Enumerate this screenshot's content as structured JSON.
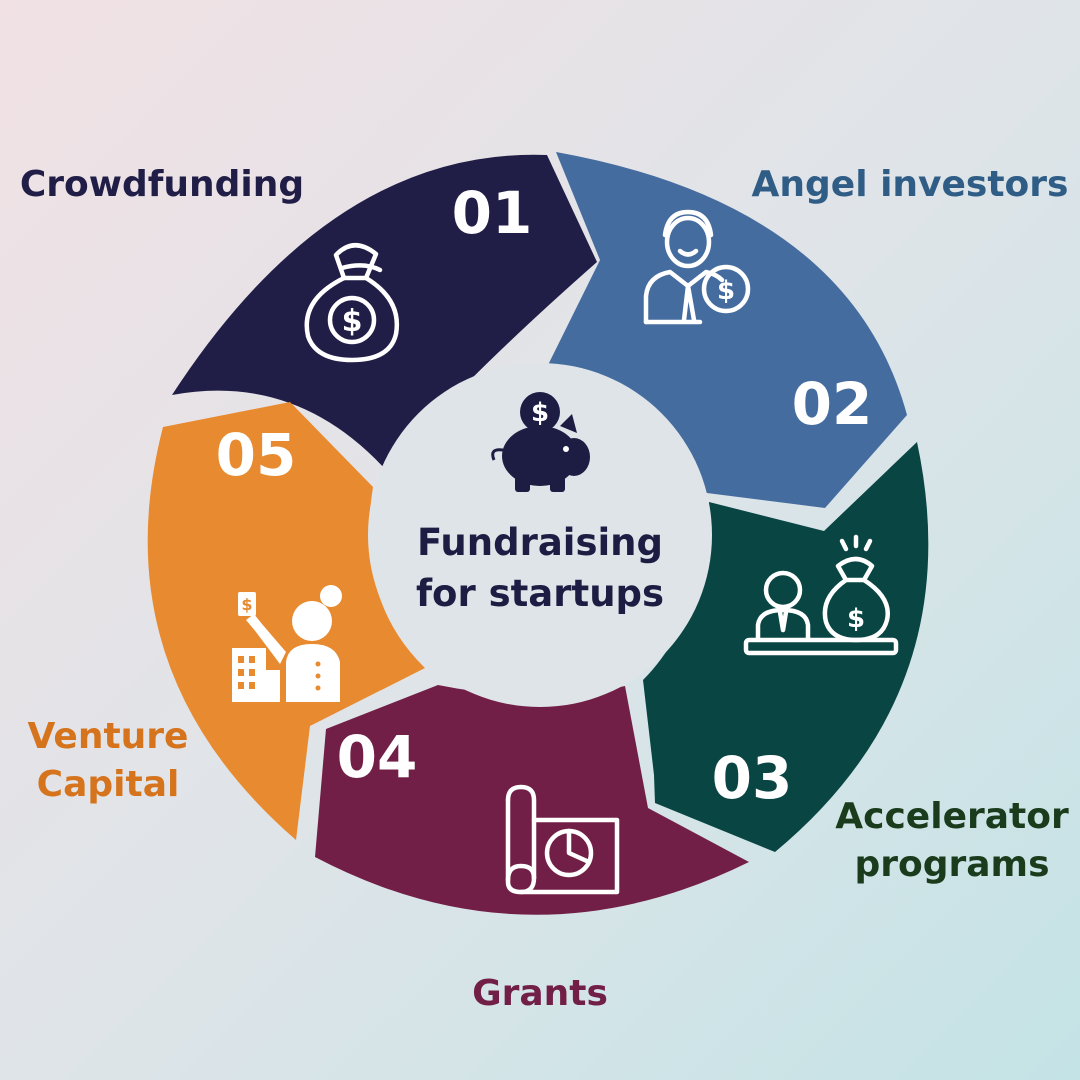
{
  "center": {
    "line1": "Fundraising",
    "line2": "for startups",
    "icon": "piggy-bank-icon",
    "color": "#1d1d44"
  },
  "segments": [
    {
      "number": "01",
      "label_lines": [
        "Crowdfunding"
      ],
      "color": "#201e47",
      "label_color": "#201e47",
      "icon": "money-bag-icon"
    },
    {
      "number": "02",
      "label_lines": [
        "Angel investors"
      ],
      "color": "#456c9f",
      "label_color": "#2f5d86",
      "icon": "investor-icon"
    },
    {
      "number": "03",
      "label_lines": [
        "Accelerator",
        "programs"
      ],
      "color": "#084543",
      "label_color": "#1a3c1c",
      "icon": "accelerator-icon"
    },
    {
      "number": "04",
      "label_lines": [
        "Grants"
      ],
      "color": "#721f47",
      "label_color": "#721f47",
      "icon": "document-chart-icon"
    },
    {
      "number": "05",
      "label_lines": [
        "Venture",
        "Capital"
      ],
      "color": "#e88a2f",
      "label_color": "#d5741c",
      "icon": "venture-capitalist-icon"
    }
  ]
}
